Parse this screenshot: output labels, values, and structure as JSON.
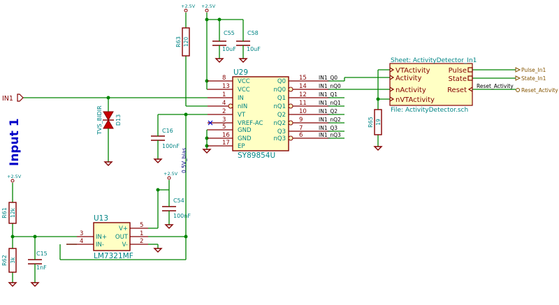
{
  "title_block": {
    "input_title": "Input 1"
  },
  "power": {
    "v25_label": "+2.5V"
  },
  "u29": {
    "ref": "U29",
    "value": "SY89854U",
    "left_pins": [
      {
        "num": "8",
        "name": "VCC"
      },
      {
        "num": "13",
        "name": "VCC"
      },
      {
        "num": "1",
        "name": "IN"
      },
      {
        "num": "4",
        "name": "nIN"
      },
      {
        "num": "2",
        "name": "VT"
      },
      {
        "num": "3",
        "name": "VREF-AC"
      },
      {
        "num": "5",
        "name": "GND"
      },
      {
        "num": "16",
        "name": "GND"
      },
      {
        "num": "17",
        "name": "EP"
      }
    ],
    "right_pins": [
      {
        "num": "15",
        "name": "Q0"
      },
      {
        "num": "14",
        "name": "nQ0"
      },
      {
        "num": "12",
        "name": "Q1"
      },
      {
        "num": "11",
        "name": "nQ1"
      },
      {
        "num": "10",
        "name": "Q2"
      },
      {
        "num": "9",
        "name": "nQ2"
      },
      {
        "num": "7",
        "name": "Q3"
      },
      {
        "num": "6",
        "name": "nQ3"
      }
    ],
    "output_nets": [
      "IN1_Q0",
      "IN1_nQ0",
      "IN1_Q1",
      "IN1_nQ1",
      "IN1_Q2",
      "IN1_nQ2",
      "IN1_Q3",
      "IN1_nQ3"
    ]
  },
  "u13": {
    "ref": "U13",
    "value": "LM7321MF",
    "pins": [
      {
        "num": "3",
        "name": "IN+"
      },
      {
        "num": "4",
        "name": "IN-"
      },
      {
        "num": "5",
        "name": "V+"
      },
      {
        "num": "1",
        "name": "OUT"
      },
      {
        "num": "2",
        "name": "V-"
      }
    ]
  },
  "sheet": {
    "name": "Sheet: ActivityDetector_In1",
    "file": "File: ActivityDetector.sch",
    "left_pins": [
      "VTActivity",
      "Activity",
      "nActivity",
      "nVTActivity"
    ],
    "right_pins": [
      "Pulse",
      "State",
      "Reset"
    ]
  },
  "labels": {
    "input_global": "IN1",
    "pulse_out": "Pulse_In1",
    "state_out": "State_In1",
    "reset_out": "Reset_Activity",
    "reset_net": "Reset_Activity",
    "bias_net": "0.5V_bias"
  },
  "components": {
    "r63": {
      "ref": "R63",
      "value": "120"
    },
    "r65": {
      "ref": "R65",
      "value": "19"
    },
    "r61": {
      "ref": "R61",
      "value": "12k"
    },
    "r62": {
      "ref": "R62",
      "value": "3k"
    },
    "c55": {
      "ref": "C55",
      "value": "10uF"
    },
    "c58": {
      "ref": "C58",
      "value": "10uF"
    },
    "c16": {
      "ref": "C16",
      "value": "100nF"
    },
    "c54": {
      "ref": "C54",
      "value": "100nF"
    },
    "c15": {
      "ref": "C15",
      "value": "1nF"
    },
    "d13": {
      "ref": "D13",
      "value": "TVS_BIDIR"
    }
  }
}
